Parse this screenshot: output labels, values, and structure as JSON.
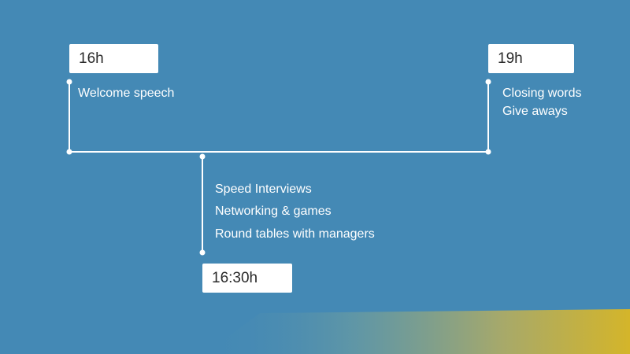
{
  "timeline": {
    "start": {
      "time": "16h",
      "items": [
        "Welcome speech"
      ]
    },
    "middle": {
      "time": "16:30h",
      "items": [
        "Speed Interviews",
        "Networking & games",
        "Round tables with managers"
      ]
    },
    "end": {
      "time": "19h",
      "items": [
        "Closing words",
        "Give aways"
      ]
    }
  },
  "colors": {
    "background": "#4489b5",
    "line": "#ffffff",
    "box": "#ffffff",
    "accent": "#d4b52a"
  }
}
